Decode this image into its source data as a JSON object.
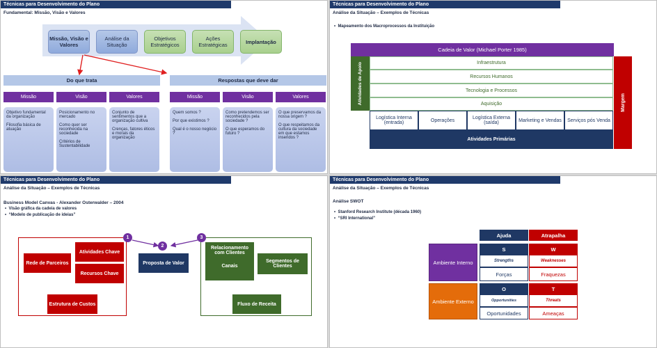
{
  "panels": {
    "tl": {
      "title": "Técnicas para Desenvolvimento do Plano",
      "subtitle": "Fundamental: Missão, Visão e Valores",
      "flow": [
        "Missão, Visão e Valores",
        "Análise da Situação",
        "Objetivos Estratégicos",
        "Ações Estratégicas",
        "Implantação"
      ],
      "section_left": "Do que trata",
      "section_right": "Respostas que deve dar",
      "col_headers": [
        "Missão",
        "Visão",
        "Valores",
        "Missão",
        "Visão",
        "Valores"
      ],
      "boxes": [
        [
          "Objetivo fundamental da organização",
          "Filosofia básica de atuação"
        ],
        [
          "Posicionamento no mercado",
          "Como quer ser reconhecida na sociedade",
          "Critérios de Sustentabilidade"
        ],
        [
          "Conjunto de sentimentos que a organização cultiva",
          "Crenças, fatores éticos e morais da organização"
        ],
        [
          "Quem somos ?",
          "Por que existimos ?",
          "Qual é o nosso negócio ?"
        ],
        [
          "Como pretendemos ser reconhecidos pela sociedade ?",
          "O que esperamos do futuro ?"
        ],
        [
          "O que preservamos da nossa origem ?",
          "O que respeitamos da cultura da sociedade em que estamos inseridos ?"
        ]
      ]
    },
    "tr": {
      "title": "Técnicas para Desenvolvimento do Plano",
      "subtitle": "Análise da Situação – Exemplos de Técnicas",
      "bullet": "Mapeamento dos Macroprocessos da Instituição",
      "chain_title": "Cadeia de Valor (Michael Porter 1985)",
      "support_label": "Atividades de Apoio",
      "support_rows": [
        "Infraestrutura",
        "Recursos Humanos",
        "Tecnologia e Processos",
        "Aquisição"
      ],
      "primary": [
        "Logística Interna (entrada)",
        "Operações",
        "Logística Externa (saída)",
        "Marketing e Vendas",
        "Serviços pós Venda"
      ],
      "primary_label": "Atividades Primárias",
      "margin_label": "Margem"
    },
    "bl": {
      "title": "Técnicas para Desenvolvimento do Plano",
      "subtitle": "Análise da Situação – Exemplos de Técnicas",
      "model_title": "Business Model Canvas - Alexander Osterwalder – 2004",
      "bullets": [
        "Visão gráfica da cadeia de valores",
        "“Modelo de publicação de ideias”"
      ],
      "numbers": [
        "1",
        "2",
        "3"
      ],
      "blocks": {
        "parceiros": "Rede de Parceiros",
        "atividades": "Atividades Chave",
        "recursos": "Recursos Chave",
        "custos": "Estrutura de Custos",
        "proposta": "Proposta de Valor",
        "relacionamento": "Relacionamento com Clientes",
        "canais": "Canais",
        "segmentos": "Segmentos de Clientes",
        "receita": "Fluxo de Receita"
      }
    },
    "br": {
      "title": "Técnicas para Desenvolvimento do Plano",
      "subtitle": "Análise da Situação – Exemplos de Técnicas",
      "swot_title": "Análise SWOT",
      "bullets": [
        "Stanford Research Institute (década 1960)",
        "“SRI International”"
      ],
      "ajuda": "Ajuda",
      "atrapalha": "Atrapalha",
      "interno": "Ambiente Interno",
      "externo": "Ambiente Externo",
      "s": "S",
      "w": "W",
      "o": "O",
      "t": "T",
      "strengths": "Strengths",
      "weaknesses": "Weaknesses",
      "opportunities": "Opportunities",
      "threats": "Threats",
      "forcas": "Forças",
      "fraquezas": "Fraquezas",
      "oportunidades": "Oportunidades",
      "ameacas": "Ameaças"
    }
  },
  "colors": {
    "title_bar": "#1f3a6b",
    "purple": "#7030a0",
    "red": "#c00000",
    "green": "#3f6b2b",
    "navy": "#1f3864",
    "orange": "#e46c0a"
  }
}
